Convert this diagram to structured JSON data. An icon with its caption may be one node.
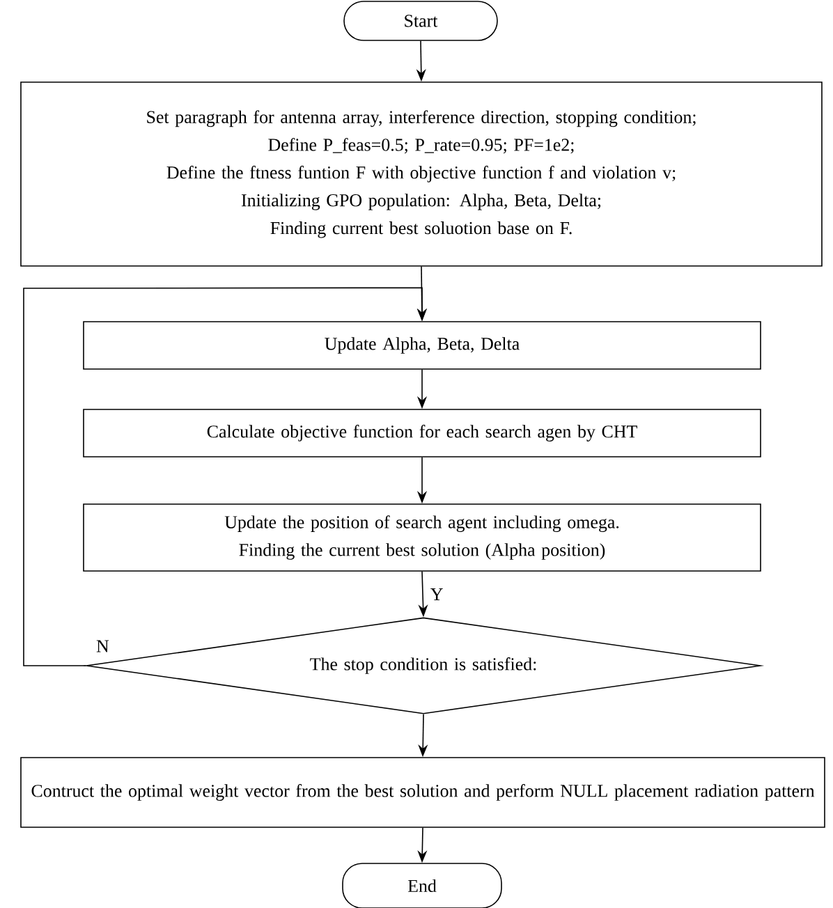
{
  "diagram": {
    "nodes": [
      {
        "text": [
          "Start"
        ]
      },
      {
        "text": [
          "Set paragraph for antenna array, interference direction, stopping condition;",
          "Define P_feas=0.5; P_rate=0.95; PF=1e2;",
          "Define the ftness funtion F with objective function f and violation v;",
          "Initializing GPO population: Alpha, Beta, Delta;",
          "Finding current best soluotion base on F."
        ]
      },
      {
        "text": [
          "Update Alpha, Beta, Delta"
        ]
      },
      {
        "text": [
          "Calculate objective function for each search agen by CHT"
        ]
      },
      {
        "text": [
          "Update the position of search agent including omega.",
          "Finding the current best solution (Alpha position)"
        ]
      },
      {
        "text": [
          "The stop condition is satisfied:"
        ]
      },
      {
        "text": [
          "Contruct the optimal weight vector from the best solution and perform NULL placement radiation pattern"
        ]
      },
      {
        "text": [
          "End"
        ]
      }
    ],
    "edges": [
      {
        "from": 0,
        "to": 1,
        "arrow": "to"
      },
      {
        "from": 1,
        "to": 2,
        "arrow": "to"
      },
      {
        "from": 2,
        "to": 3,
        "arrow": "to"
      },
      {
        "from": 3,
        "to": 4,
        "arrow": "to"
      },
      {
        "from": 4,
        "to": 5,
        "arrow": "to",
        "label": "Y"
      },
      {
        "from": 5,
        "to": 6,
        "arrow": "to"
      },
      {
        "from": 6,
        "to": 7,
        "arrow": "to"
      },
      {
        "from": 5,
        "to": 2,
        "arrow": "to",
        "label": "N"
      }
    ]
  }
}
